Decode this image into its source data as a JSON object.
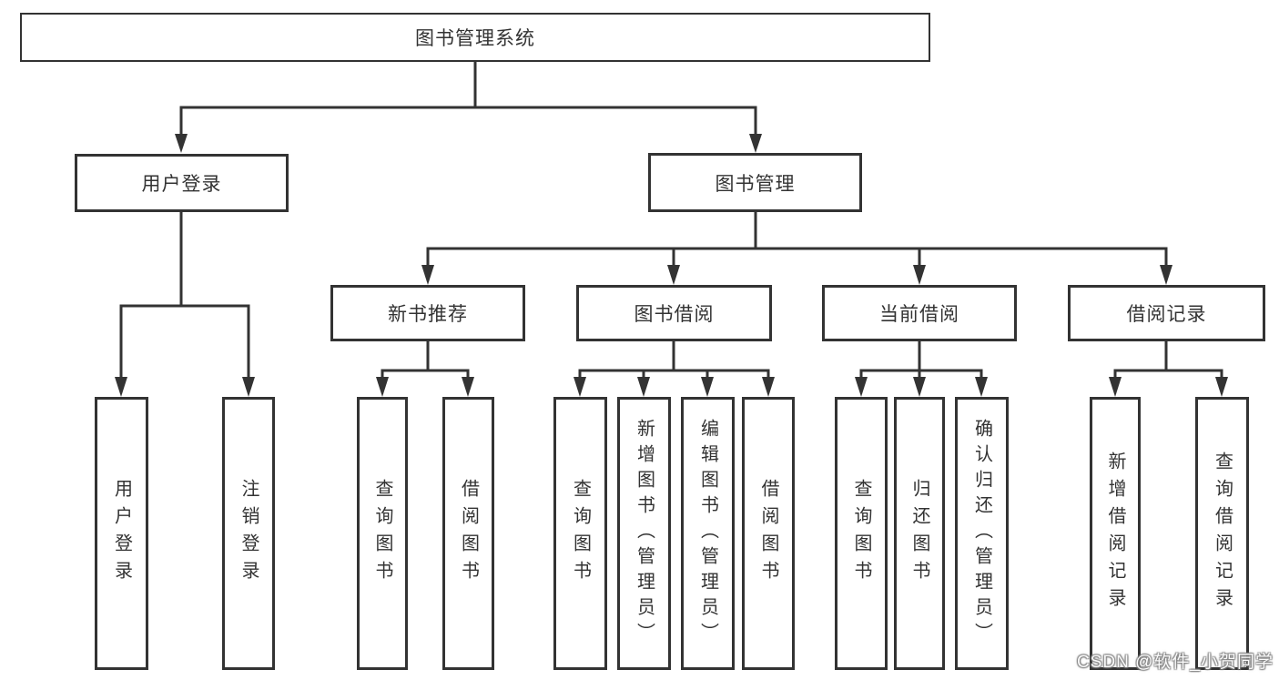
{
  "diagram": {
    "root": {
      "label": "图书管理系统"
    },
    "branches": [
      {
        "label": "用户登录",
        "children": [
          {
            "label": "用户登录"
          },
          {
            "label": "注销登录"
          }
        ]
      },
      {
        "label": "图书管理",
        "children": [
          {
            "label": "新书推荐",
            "children": [
              {
                "label": "查询图书"
              },
              {
                "label": "借阅图书"
              }
            ]
          },
          {
            "label": "图书借阅",
            "children": [
              {
                "label": "查询图书"
              },
              {
                "label": "新增图书（管理员）"
              },
              {
                "label": "编辑图书（管理员）"
              },
              {
                "label": "借阅图书"
              }
            ]
          },
          {
            "label": "当前借阅",
            "children": [
              {
                "label": "查询图书"
              },
              {
                "label": "归还图书"
              },
              {
                "label": "确认归还（管理员）"
              }
            ]
          },
          {
            "label": "借阅记录",
            "children": [
              {
                "label": "新增借阅记录"
              },
              {
                "label": "查询借阅记录"
              }
            ]
          }
        ]
      }
    ]
  },
  "watermark": {
    "text": "CSDN @软件_小贺同学"
  },
  "colors": {
    "line": "#333333",
    "box_background": "#ffffff",
    "text": "#333333",
    "page_background": "#ffffff",
    "watermark_text": "#ffffff"
  }
}
